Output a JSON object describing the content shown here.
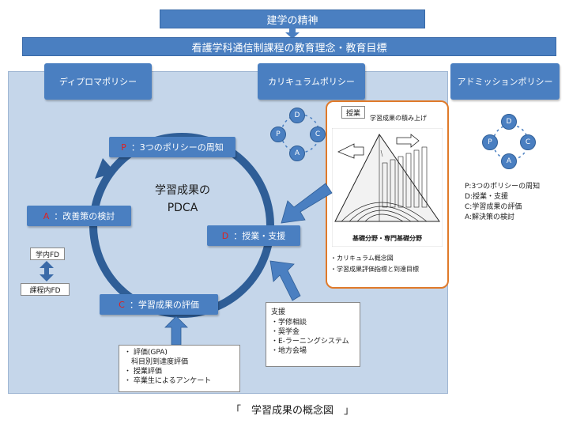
{
  "header": {
    "top": "建学の精神",
    "second": "看護学科通信制課程の教育理念・教育目標"
  },
  "policies": {
    "diploma": "ディプロマポリシー",
    "curriculum": "カリキュラムポリシー",
    "admission": "アドミッションポリシー"
  },
  "cycle": {
    "title_line1": "学習成果の",
    "title_line2": "PDCA",
    "p": {
      "letter": "P",
      "label": "：3つのポリシーの周知"
    },
    "d": {
      "letter": "D",
      "label": "：授業・支援"
    },
    "c": {
      "letter": "C",
      "label": "：学習成果の評価"
    },
    "a": {
      "letter": "A",
      "label": "：改善策の検討"
    }
  },
  "fd": {
    "internal": "学内FD",
    "course": "課程内FD"
  },
  "pdca_mini": {
    "d": "D",
    "p": "P",
    "c": "C",
    "a": "A"
  },
  "curriculum_box": {
    "tab": "授業",
    "title": "学習成果の積み上げ",
    "base_label": "基礎分野・専門基礎分野",
    "notes": [
      "・カリキュラム概念図",
      "・学習成果評価指標と到達目標"
    ]
  },
  "support": {
    "title": "支援",
    "items": [
      "・学修相談",
      "・奨学金",
      "・E-ラーニングシステム",
      "・地方会場"
    ]
  },
  "evaluation": {
    "items": [
      "・ 評価(GPA)",
      "　科目別到達度評価",
      "・ 授業評価",
      "・ 卒業生によるアンケート"
    ]
  },
  "admission_legend": [
    "P:3つのポリシーの周知",
    "D:授業・支援",
    "C:学習成果の評価",
    "A:解決策の検討"
  ],
  "caption": "「　学習成果の概念図　」",
  "colors": {
    "accent": "#4a7fc1",
    "panel": "#c5d6ea",
    "orange": "#e07a2a",
    "red_letter": "#dd2222"
  }
}
